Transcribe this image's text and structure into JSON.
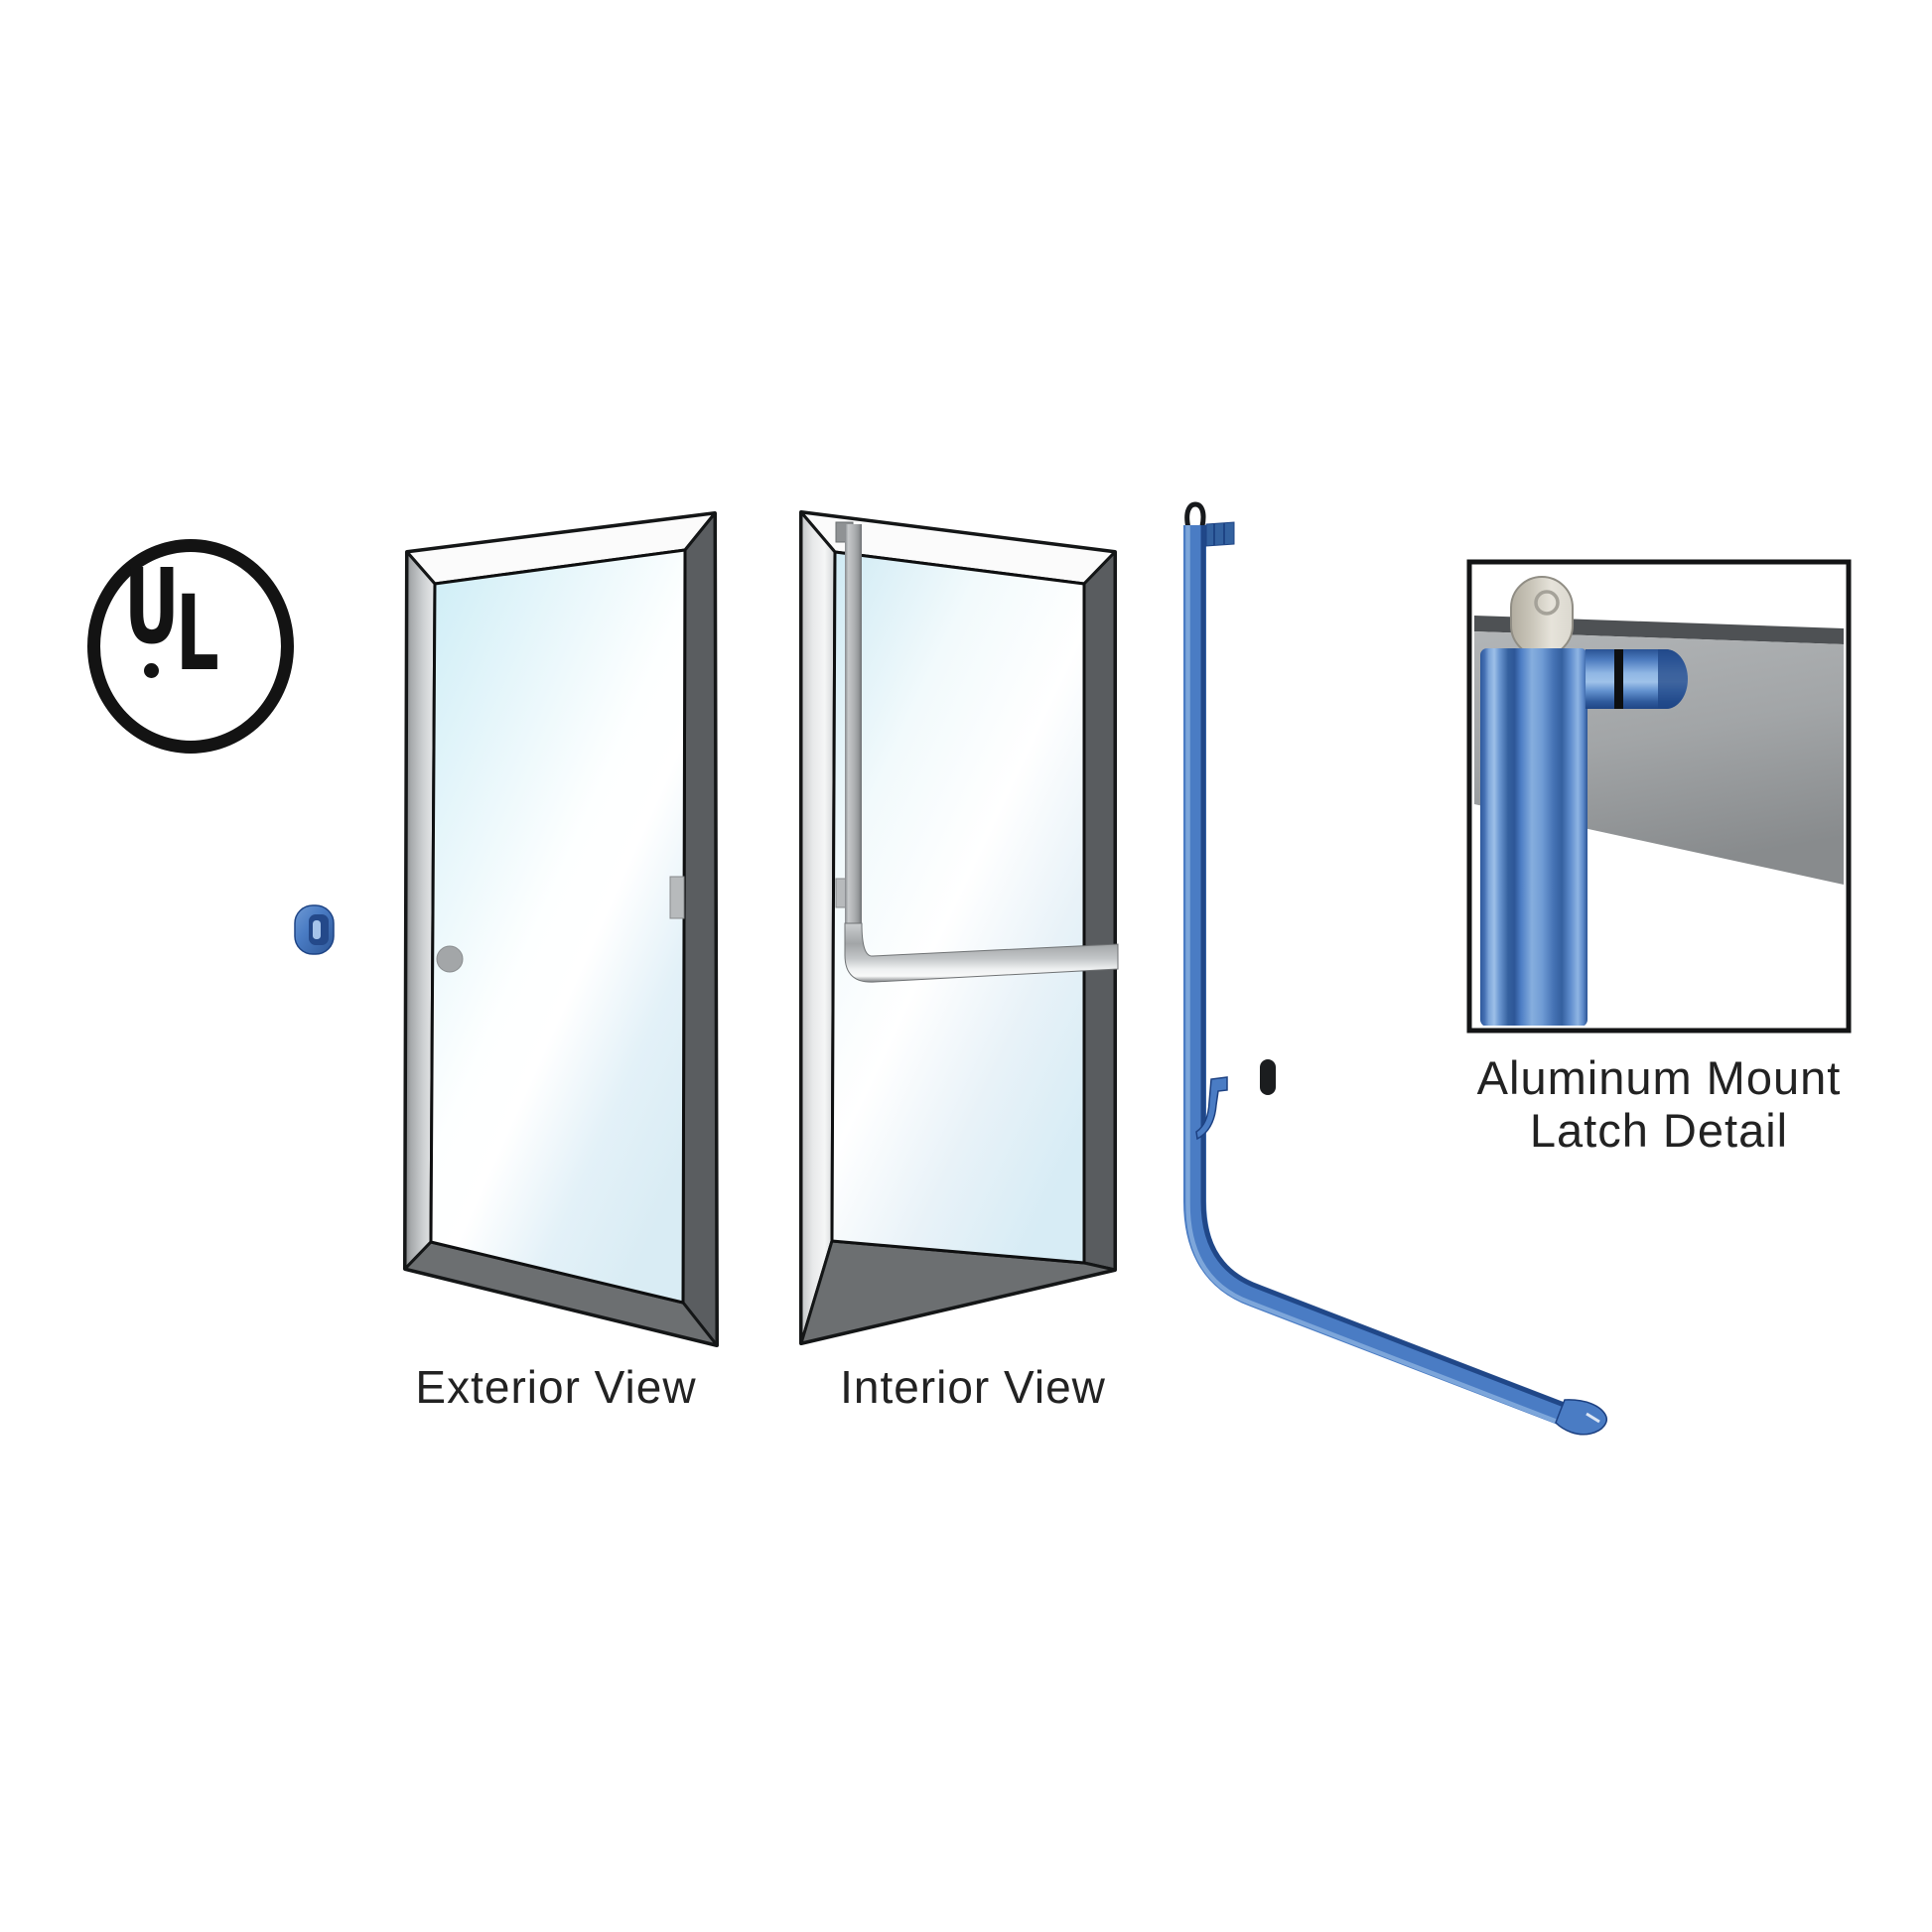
{
  "certification": {
    "letter_u": "U",
    "letter_l": "L"
  },
  "views": {
    "exterior": {
      "label": "Exterior View"
    },
    "interior": {
      "label": "Interior View"
    }
  },
  "detail_inset": {
    "label_line1": "Aluminum Mount",
    "label_line2": "Latch Detail"
  },
  "colors": {
    "hardware_blue": "#4a7cc4",
    "hardware_blue_dark": "#1e4485",
    "hardware_blue_light": "#83abdd",
    "frame_dark_gray": "#5a5d60",
    "frame_rail_gray": "#6c6f71",
    "frame_white": "#fbfbfb",
    "glass_tint": "#cfeaf4",
    "bar_gray": "#aeb1b3",
    "outline_black": "#141617",
    "label_text": "#222222"
  }
}
